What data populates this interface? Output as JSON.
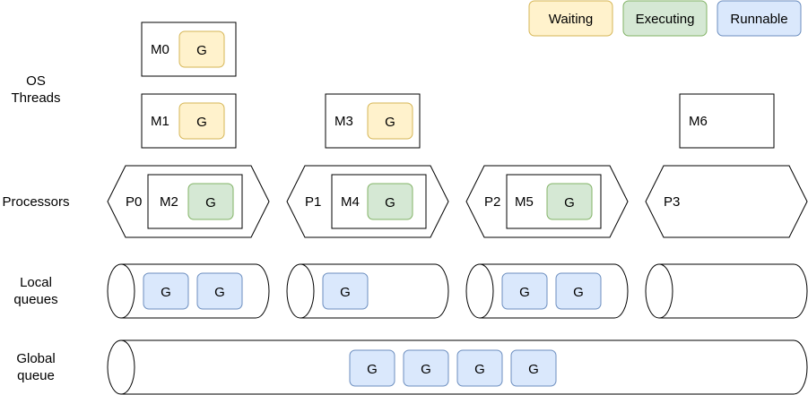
{
  "legend": {
    "waiting": "Waiting",
    "executing": "Executing",
    "runnable": "Runnable"
  },
  "row_labels": {
    "os_threads_1": "OS",
    "os_threads_2": "Threads",
    "processors": "Processors",
    "local_queues_1": "Local",
    "local_queues_2": "queues",
    "global_queue_1": "Global",
    "global_queue_2": "queue"
  },
  "threads": {
    "m0": "M0",
    "m1": "M1",
    "m3": "M3",
    "m6": "M6"
  },
  "processors": {
    "p0": {
      "name": "P0",
      "thread": "M2"
    },
    "p1": {
      "name": "P1",
      "thread": "M4"
    },
    "p2": {
      "name": "P2",
      "thread": "M5"
    },
    "p3": {
      "name": "P3"
    }
  },
  "goroutine_label": "G",
  "colors": {
    "waiting_fill": "#fff2cc",
    "waiting_stroke": "#d6b656",
    "executing_fill": "#d5e8d4",
    "executing_stroke": "#82b366",
    "runnable_fill": "#dae8fc",
    "runnable_stroke": "#6c8ebf"
  }
}
